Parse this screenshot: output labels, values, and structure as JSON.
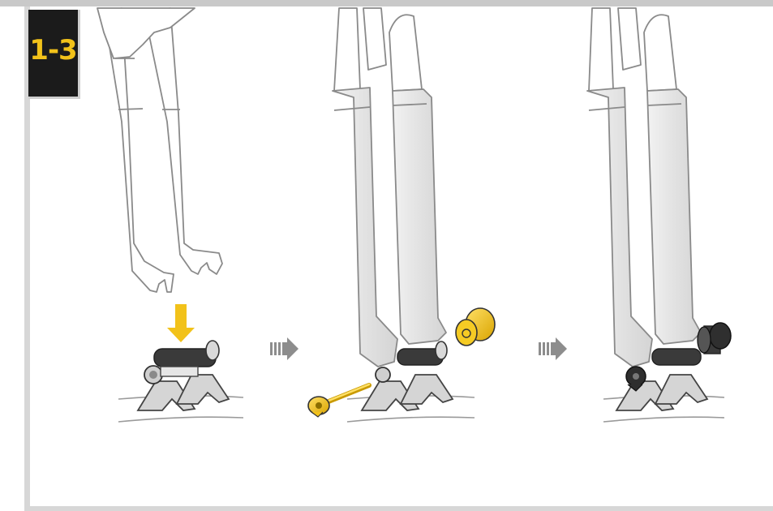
{
  "step": {
    "label": "1-3"
  },
  "colors": {
    "accent_yellow": "#f2c21a",
    "badge_bg": "#1b1b1b",
    "frame_gray": "#d7d7d7",
    "fork_outline": "#8a8a8a",
    "fork_fill": "#e7e7e7",
    "stand_dark": "#444444"
  },
  "panels": [
    {
      "name": "fork-lowered-onto-stand",
      "arrow": "down-arrow-yellow"
    },
    {
      "name": "fork-on-stand-with-axle-parts",
      "arrow": "next-step-arrow"
    },
    {
      "name": "fork-mounted-axle-installed",
      "arrow": "next-step-arrow"
    }
  ]
}
